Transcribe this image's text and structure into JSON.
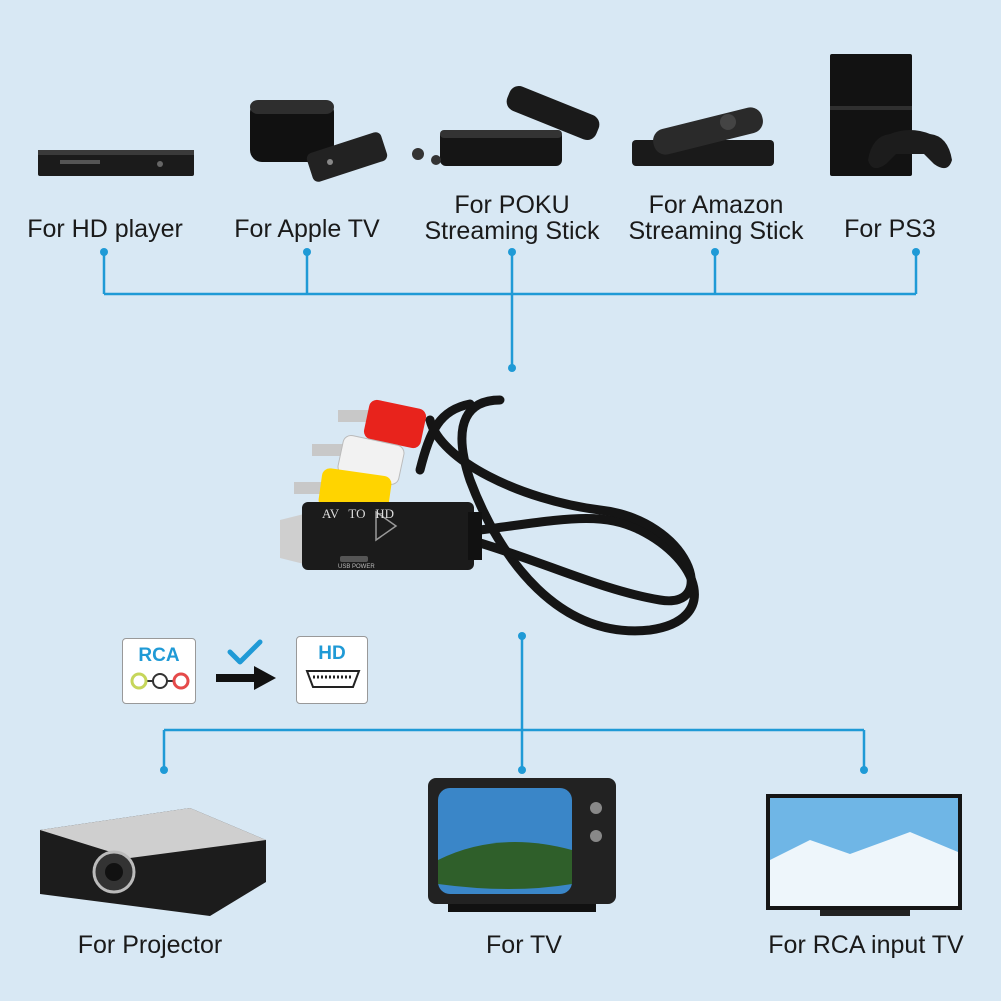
{
  "top_devices": [
    {
      "line1": "For HD player",
      "line2": "",
      "icon": "bluray-player-icon"
    },
    {
      "line1": "For Apple TV",
      "line2": "",
      "icon": "apple-tv-box-icon"
    },
    {
      "line1": "For POKU",
      "line2": "Streaming Stick",
      "icon": "streaming-box-icon"
    },
    {
      "line1": "For Amazon",
      "line2": "Streaming Stick",
      "icon": "streaming-stick-icon"
    },
    {
      "line1": "For PS3",
      "line2": "",
      "icon": "game-console-icon"
    }
  ],
  "adapter": {
    "printed_text": "AV   TO   HD",
    "port_label": "USB POWER"
  },
  "conversion": {
    "from_label": "RCA",
    "to_label": "HD"
  },
  "bottom_devices": [
    {
      "label": "For Projector",
      "icon": "projector-icon"
    },
    {
      "label": "For TV",
      "icon": "crt-tv-icon"
    },
    {
      "label": "For RCA input TV",
      "icon": "flat-tv-icon"
    }
  ],
  "colors": {
    "connector_line": "#1f9ad6",
    "background": "#d8e8f4"
  }
}
